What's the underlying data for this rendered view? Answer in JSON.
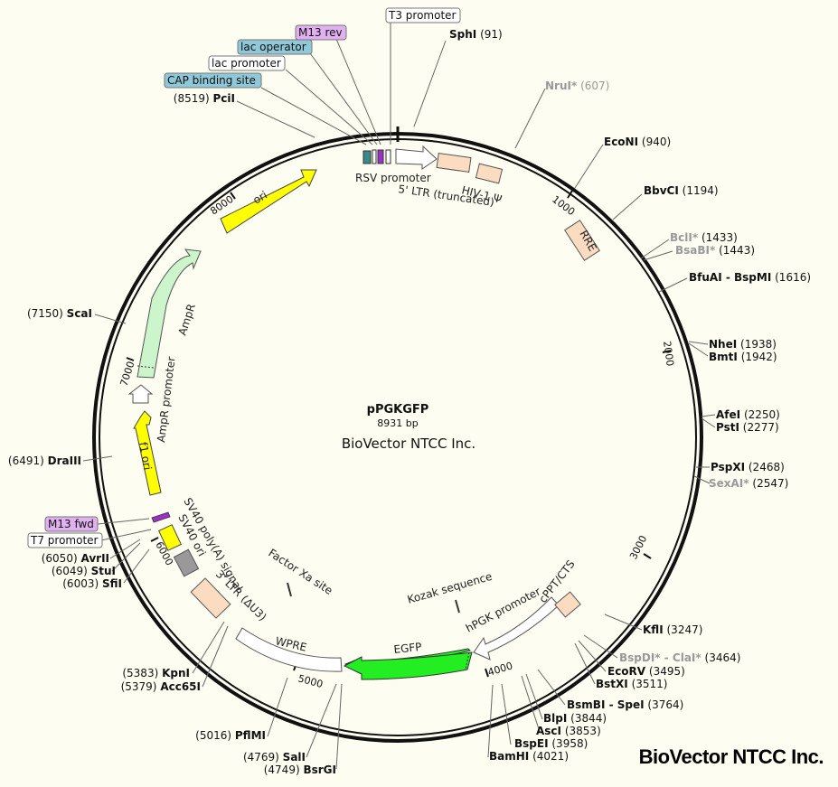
{
  "plasmid": {
    "name": "pPGKGFP",
    "size": "8931 bp",
    "company": "BioVector NTCC Inc.",
    "brand": "BioVector NTCC Inc."
  },
  "ticks": [
    "1000",
    "2000",
    "3000",
    "4000",
    "5000",
    "6000",
    "7000",
    "8000"
  ],
  "sites_right": [
    {
      "name": "SphI",
      "pos": "(91)"
    },
    {
      "name": "NruI*",
      "pos": "(607)",
      "gray": true
    },
    {
      "name": "EcoNI",
      "pos": "(940)"
    },
    {
      "name": "BbvCI",
      "pos": "(1194)"
    },
    {
      "name": "BclI*",
      "pos": "(1433)",
      "gray": true
    },
    {
      "name": "BsaBI*",
      "pos": "(1443)",
      "gray": true
    },
    {
      "name": "BfuAI - BspMI",
      "pos": "(1616)"
    },
    {
      "name": "NheI",
      "pos": "(1938)"
    },
    {
      "name": "BmtI",
      "pos": "(1942)"
    },
    {
      "name": "AfeI",
      "pos": "(2250)"
    },
    {
      "name": "PstI",
      "pos": "(2277)"
    },
    {
      "name": "PspXI",
      "pos": "(2468)"
    },
    {
      "name": "SexAI*",
      "pos": "(2547)",
      "gray": true
    },
    {
      "name": "KflI",
      "pos": "(3247)"
    },
    {
      "name": "BspDI* - ClaI*",
      "pos": "(3464)",
      "gray": true
    },
    {
      "name": "EcoRV",
      "pos": "(3495)"
    },
    {
      "name": "BstXI",
      "pos": "(3511)"
    },
    {
      "name": "BsmBI - SpeI",
      "pos": "(3764)"
    },
    {
      "name": "BlpI",
      "pos": "(3844)"
    },
    {
      "name": "AscI",
      "pos": "(3853)"
    },
    {
      "name": "BspEI",
      "pos": "(3958)"
    },
    {
      "name": "BamHI",
      "pos": "(4021)"
    }
  ],
  "sites_left": [
    {
      "name": "PciI",
      "pos": "(8519)"
    },
    {
      "name": "ScaI",
      "pos": "(7150)"
    },
    {
      "name": "DraIII",
      "pos": "(6491)"
    },
    {
      "name": "AvrII",
      "pos": "(6050)"
    },
    {
      "name": "StuI",
      "pos": "(6049)"
    },
    {
      "name": "SfiI",
      "pos": "(6003)"
    },
    {
      "name": "KpnI",
      "pos": "(5383)"
    },
    {
      "name": "Acc65I",
      "pos": "(5379)"
    },
    {
      "name": "PflMI",
      "pos": "(5016)"
    },
    {
      "name": "SalI",
      "pos": "(4769)"
    },
    {
      "name": "BsrGI",
      "pos": "(4749)"
    }
  ],
  "boxed_labels": [
    {
      "text": "T3 promoter",
      "fill": "#ffffff"
    },
    {
      "text": "M13 rev",
      "fill": "#e0b0f0"
    },
    {
      "text": "lac operator",
      "fill": "#8fc8d8"
    },
    {
      "text": "lac promoter",
      "fill": "#ffffff"
    },
    {
      "text": "CAP binding site",
      "fill": "#8fc8d8"
    },
    {
      "text": "M13 fwd",
      "fill": "#e0b0f0"
    },
    {
      "text": "T7 promoter",
      "fill": "#ffffff"
    }
  ],
  "features": {
    "rsv_promoter": "RSV promoter",
    "ltr5": "5' LTR (truncated)",
    "hiv_psi": "HIV-1 Ψ",
    "rre": "RRE",
    "ori": "ori",
    "ampr": "AmpR",
    "ampr_promoter": "AmpR promoter",
    "f1_ori": "f1 ori",
    "sv40_polya": "SV40 poly(A) signal",
    "sv40_ori": "SV40 ori",
    "ltr3": "3' LTR (ΔU3)",
    "factor_xa": "Factor Xa site",
    "wpre": "WPRE",
    "egfp": "EGFP",
    "kozak": "Kozak sequence",
    "hpgk": "hPGK promoter",
    "cppt": "cPPT/CTS"
  },
  "colors": {
    "ori": "#ffff00",
    "ampr": "#ccf5cc",
    "egfp": "#22ee22",
    "ltr": "#fbdcc0",
    "sv40_ori": "#999999",
    "rev_box": "#e0b0f0",
    "lac_box": "#8fc8d8"
  }
}
